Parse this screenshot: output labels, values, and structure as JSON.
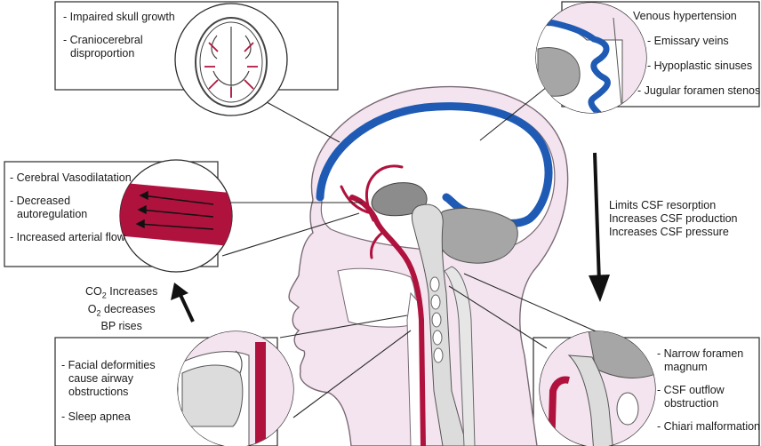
{
  "skull_box": {
    "items": [
      "- Impaired skull growth",
      "- Craniocerebral",
      "disproportion"
    ]
  },
  "venous_box": {
    "title": "Venous hypertension",
    "items": [
      "- Emissary veins",
      "- Hypoplastic sinuses",
      "- Jugular foramen stenosis"
    ]
  },
  "arterial_box": {
    "items": [
      "- Cerebral Vasodilatation",
      "- Decreased",
      "autoregulation",
      "- Increased arterial flow"
    ]
  },
  "csf_effects": [
    "Limits CSF resorption",
    "Increases CSF production",
    "Increases CSF pressure"
  ],
  "blood_gas": {
    "co2_prefix": "CO",
    "co2_sub": "2",
    "co2_suffix": " Increases",
    "o2_prefix": "O",
    "o2_sub": "2",
    "o2_suffix": " decreases",
    "bp": "BP rises"
  },
  "airway_box": {
    "items": [
      "- Facial deformities",
      "cause airway",
      "obstructions",
      "- Sleep apnea"
    ]
  },
  "foramen_box": {
    "items": [
      "- Narrow foramen",
      "magnum",
      "- CSF outflow",
      "obstruction",
      "- Chiari malformation"
    ]
  },
  "colors": {
    "artery": "#b0123e",
    "vein": "#1f5bb5",
    "skin": "#f4e4ef",
    "skin_outline": "#7a6a75",
    "bone_gray": "#a6a6a6",
    "light_gray": "#dcdcdc",
    "outline": "#2a2a2a"
  }
}
